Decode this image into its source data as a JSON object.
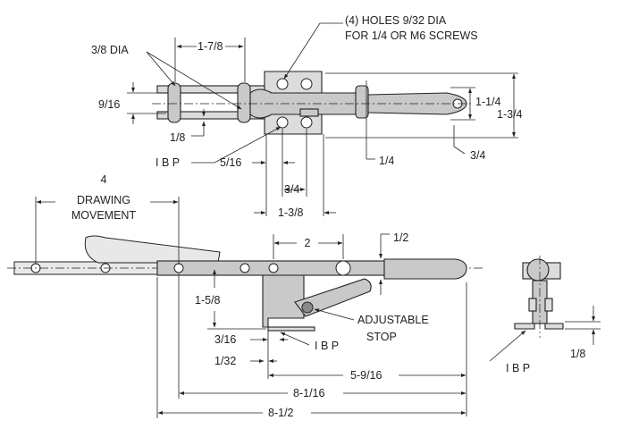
{
  "drawing": {
    "colors": {
      "line": "#222222",
      "part_fill": "#c9c9c9",
      "background": "#ffffff"
    },
    "top_view": {
      "holes_note_line1": "(4) HOLES 9/32 DIA",
      "holes_note_line2": "FOR 1/4 OR M6 SCREWS",
      "pin_dia": "3/8 DIA",
      "dim_1_7_8": "1-7/8",
      "dim_9_16": "9/16",
      "dim_1_8": "1/8",
      "ibp": "I B P",
      "dim_5_16": "5/16",
      "dim_1_4": "1/4",
      "dim_3_4_base": "3/4",
      "dim_1_3_8": "1-3/8",
      "dim_1_1_4": "1-1/4",
      "dim_1_3_4": "1-3/4",
      "dim_3_4_handle": "3/4"
    },
    "side_view": {
      "drawing_movement_value": "4",
      "drawing_movement_line1": "DRAWING",
      "drawing_movement_line2": "MOVEMENT",
      "dim_2": "2",
      "dim_1_2": "1/2",
      "dim_1_5_8": "1-5/8",
      "dim_3_16": "3/16",
      "ibp": "I B P",
      "dim_1_32": "1/32",
      "stop_line1": "ADJUSTABLE",
      "stop_line2": "STOP",
      "dim_5_9_16": "5-9/16",
      "dim_8_1_16": "8-1/16",
      "dim_8_1_2": "8-1/2"
    },
    "end_view": {
      "ibp": "I B P",
      "dim_1_8": "1/8"
    }
  }
}
